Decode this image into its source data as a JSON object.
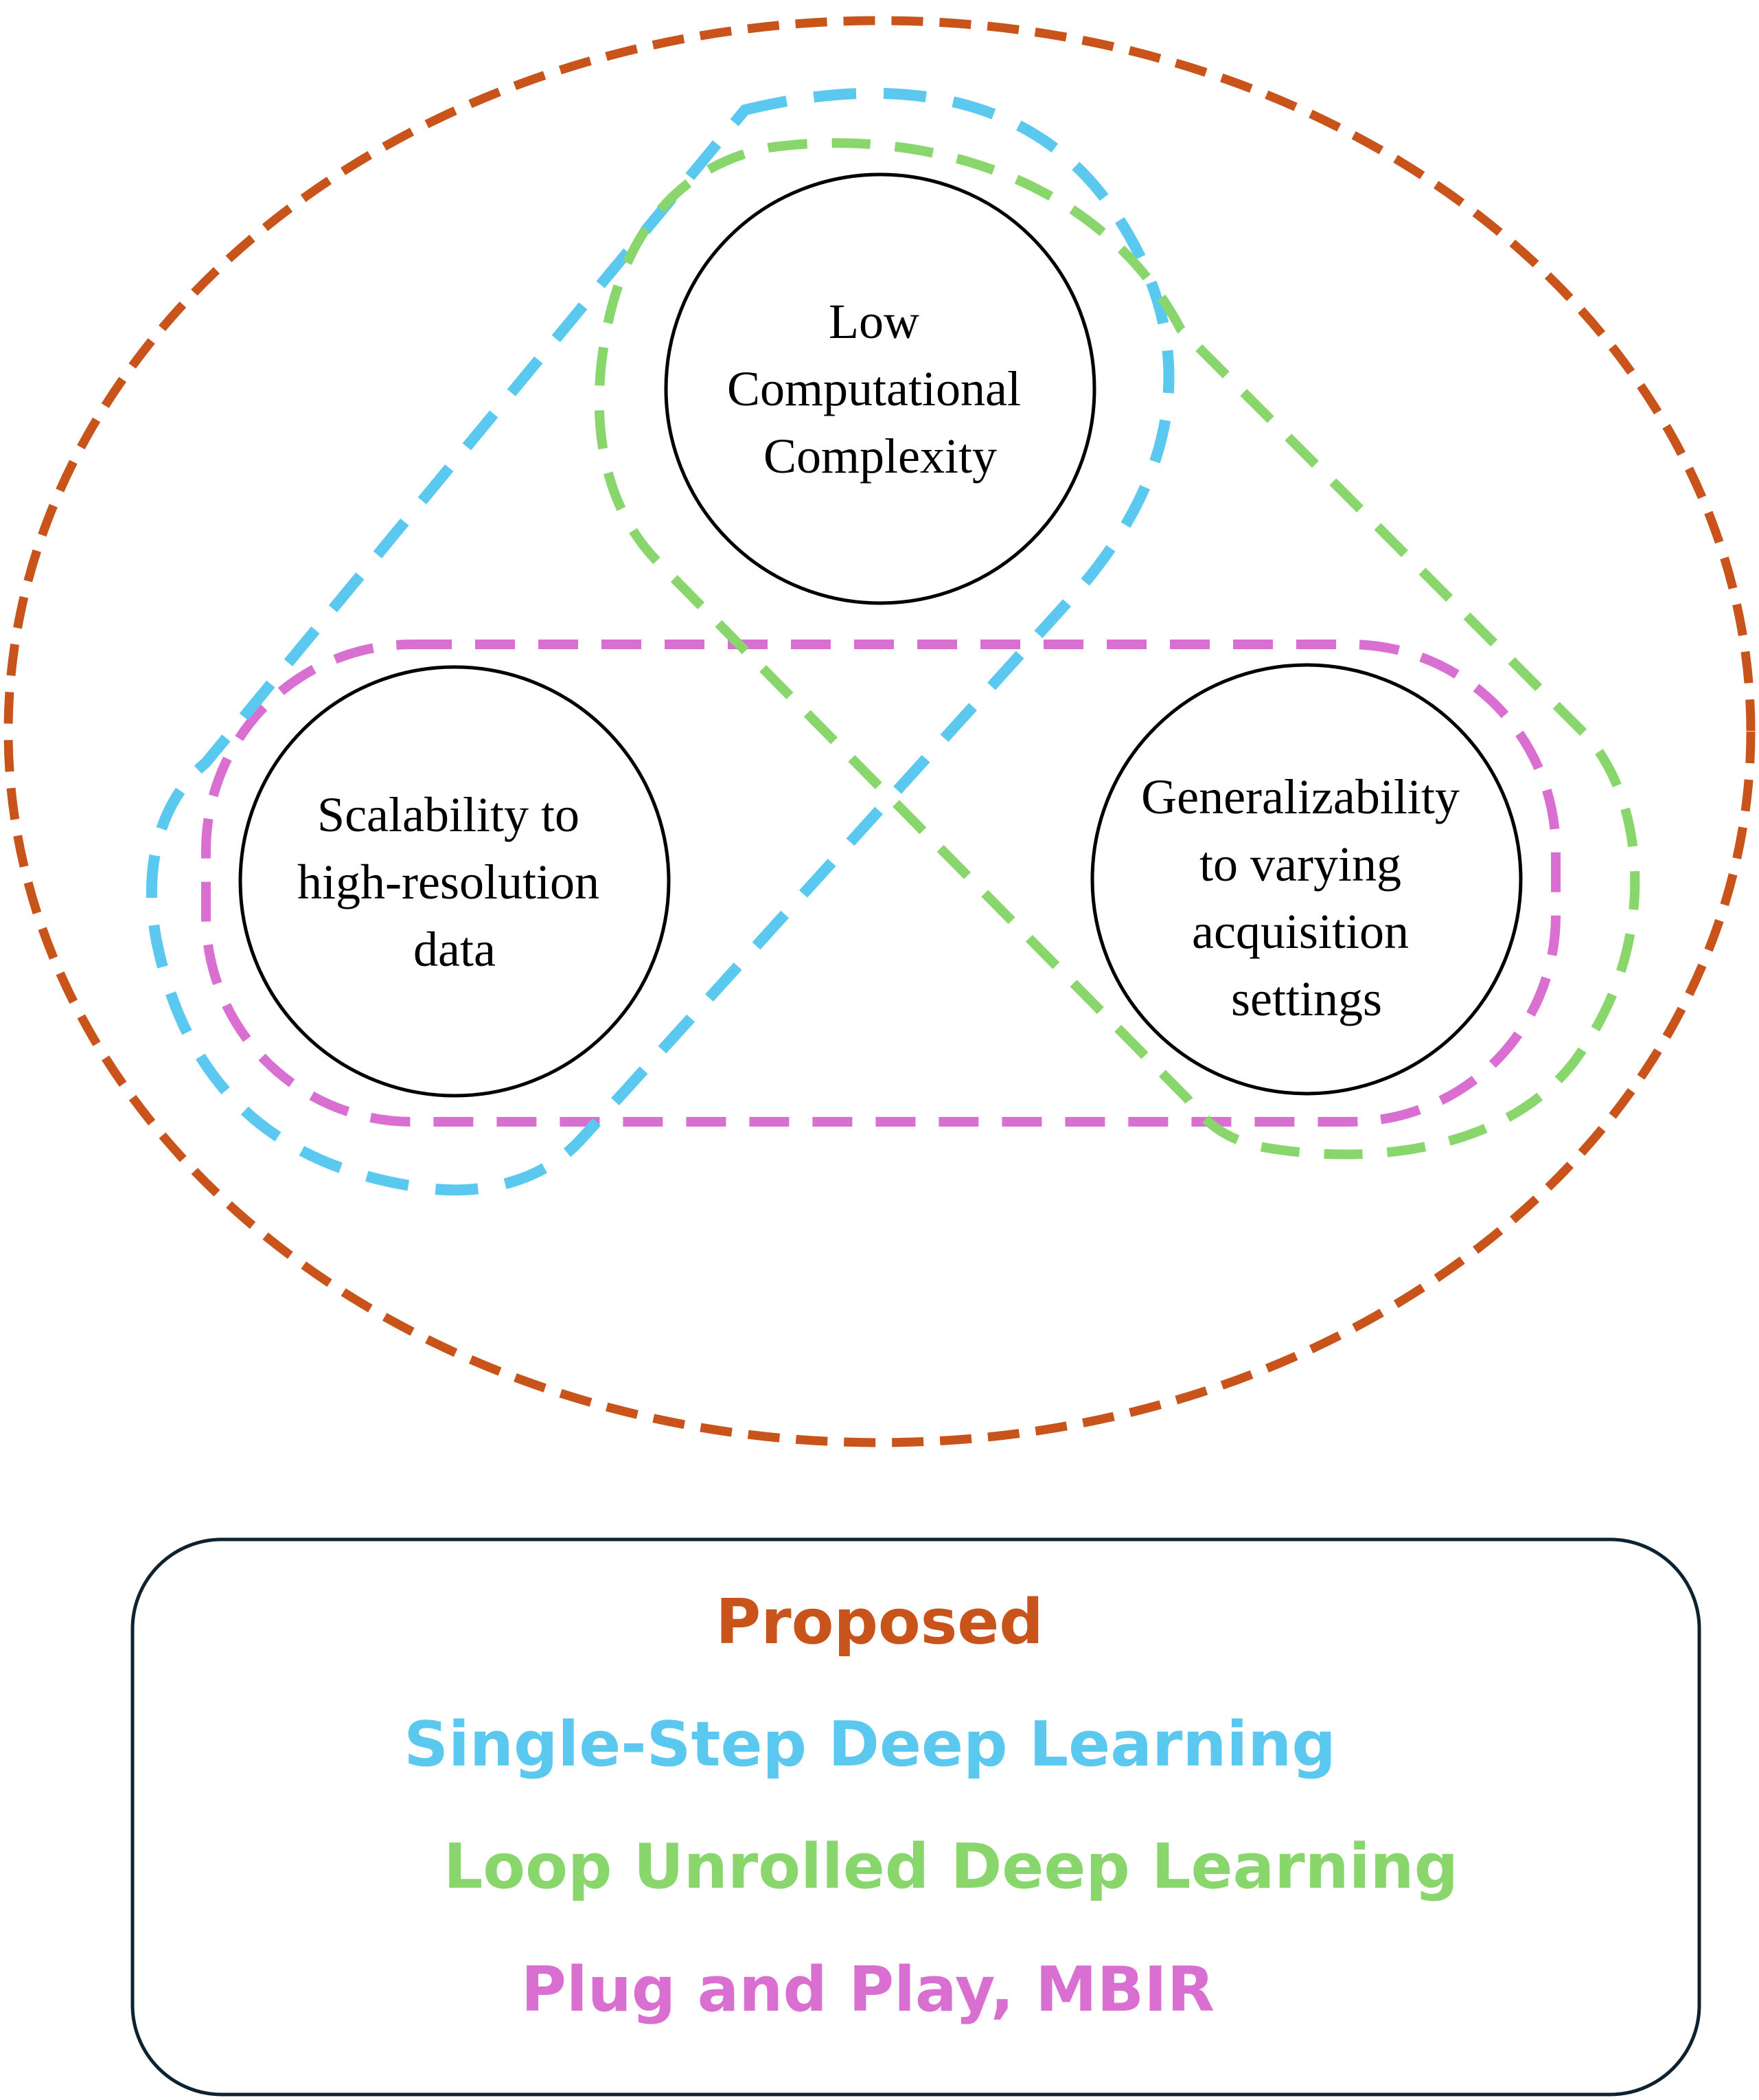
{
  "nodes": [
    {
      "id": "complexity",
      "lines": [
        "Low",
        "Computational",
        "Complexity"
      ]
    },
    {
      "id": "scalability",
      "lines": [
        "Scalability to",
        "high-resolution",
        "data"
      ]
    },
    {
      "id": "generalizability",
      "lines": [
        "Generalizability",
        "to varying",
        "acquisition",
        "settings"
      ]
    }
  ],
  "legend": {
    "proposed": {
      "label": "Proposed",
      "color": "#c8531b"
    },
    "single_step": {
      "label": "Single-Step Deep Learning",
      "color": "#5bc8ef"
    },
    "loop_unrolled": {
      "label": "Loop Unrolled Deep Learning",
      "color": "#88d66c"
    },
    "plug_and_play": {
      "label": "Plug and Play, MBIR",
      "color": "#d96fd1"
    }
  }
}
